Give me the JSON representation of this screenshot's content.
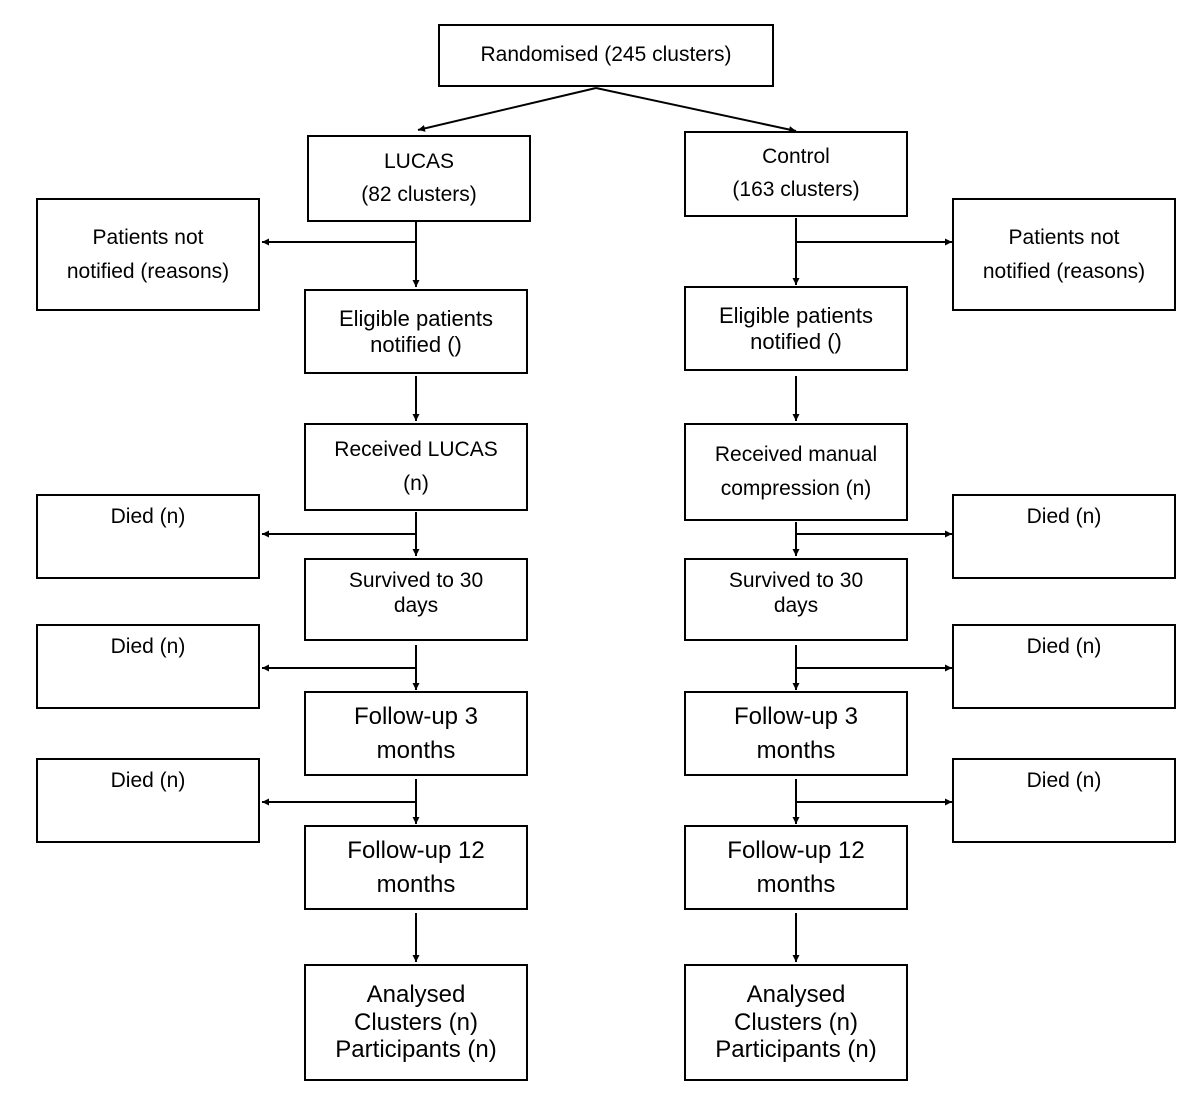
{
  "randomised": "Randomised (245 clusters)",
  "arms": {
    "lucas": {
      "header": [
        "LUCAS",
        "(82 clusters)"
      ],
      "not_notified": [
        "Patients not",
        "notified (reasons)"
      ],
      "eligible": [
        "Eligible patients",
        "notified ()"
      ],
      "received": [
        "Received LUCAS",
        "(n)"
      ],
      "died_1": "Died (n)",
      "survived": [
        "Survived to 30",
        "days"
      ],
      "died_2": "Died (n)",
      "followup_3": [
        "Follow-up 3",
        "months"
      ],
      "died_3": "Died (n)",
      "followup_12": [
        "Follow-up 12",
        "months"
      ],
      "analysed": [
        "Analysed",
        "Clusters (n)",
        "Participants (n)"
      ]
    },
    "control": {
      "header": [
        "Control",
        "(163 clusters)"
      ],
      "not_notified": [
        "Patients not",
        "notified (reasons)"
      ],
      "eligible": [
        "Eligible patients",
        "notified ()"
      ],
      "received": [
        "Received manual",
        "compression (n)"
      ],
      "died_1": "Died (n)",
      "survived": [
        "Survived to 30",
        "days"
      ],
      "died_2": "Died (n)",
      "followup_3": [
        "Follow-up 3",
        "months"
      ],
      "died_3": "Died (n)",
      "followup_12": [
        "Follow-up 12",
        "months"
      ],
      "analysed": [
        "Analysed",
        "Clusters (n)",
        "Participants (n)"
      ]
    }
  }
}
